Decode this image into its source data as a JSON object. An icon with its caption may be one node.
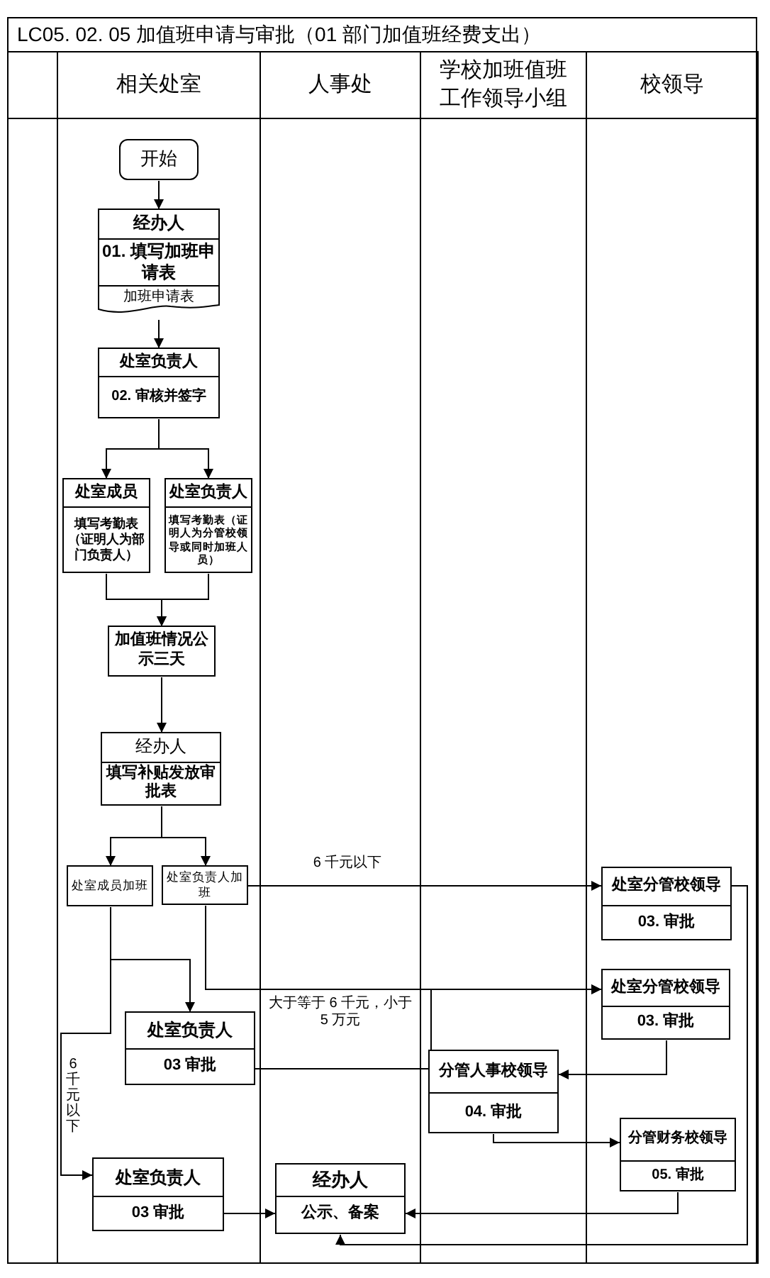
{
  "diagram": {
    "title": "LC05. 02. 05 加值班申请与审批（01 部门加值班经费支出）",
    "nodes": [
      {
        "text": [
          "相关处室"
        ]
      },
      {
        "text": [
          "人事处"
        ]
      },
      {
        "text": [
          "学校加班值班工作领导小组"
        ]
      },
      {
        "text": [
          "校领导"
        ]
      },
      {
        "text": [
          "开始"
        ],
        "in": 0
      },
      {
        "text": [
          "经办人",
          "01. 填写加班申请表",
          "加班申请表"
        ],
        "in": 0
      },
      {
        "text": [
          "处室负责人",
          "02. 审核并签字"
        ],
        "in": 0
      },
      {
        "text": [
          "处室成员",
          "填写考勤表（证明人为部门负责人）"
        ],
        "in": 0
      },
      {
        "text": [
          "处室负责人",
          "填写考勤表（证明人为分管校领导或同时加班人员）"
        ],
        "in": 0
      },
      {
        "text": [
          "加值班情况公示三天"
        ],
        "in": 0
      },
      {
        "text": [
          "经办人",
          "填写补贴发放审批表"
        ],
        "in": 0
      },
      {
        "text": [
          "处室成员加班"
        ],
        "in": 0
      },
      {
        "text": [
          "处室负责人加班"
        ],
        "in": 0
      },
      {
        "text": [
          "处室分管校领导",
          "03. 审批"
        ],
        "in": 3
      },
      {
        "text": [
          "处室分管校领导",
          "03. 审批"
        ],
        "in": 3
      },
      {
        "text": [
          "处室负责人",
          "03 审批"
        ],
        "in": 0
      },
      {
        "text": [
          "分管人事校领导",
          "04. 审批"
        ],
        "in": 2
      },
      {
        "text": [
          "分管财务校领导",
          "05. 审批"
        ],
        "in": 3
      },
      {
        "text": [
          "处室负责人",
          "03 审批"
        ],
        "in": 0
      },
      {
        "text": [
          "经办人",
          "公示、备案"
        ],
        "in": 1
      }
    ],
    "edges": [
      {
        "from": 4,
        "to": 5,
        "arrow": "to"
      },
      {
        "from": 5,
        "to": 6,
        "arrow": "to"
      },
      {
        "from": 6,
        "to": 7,
        "arrow": "to"
      },
      {
        "from": 6,
        "to": 8,
        "arrow": "to"
      },
      {
        "from": 7,
        "to": 9,
        "arrow": "to"
      },
      {
        "from": 8,
        "to": 9,
        "arrow": "to"
      },
      {
        "from": 9,
        "to": 10,
        "arrow": "to"
      },
      {
        "from": 10,
        "to": 11,
        "arrow": "to"
      },
      {
        "from": 10,
        "to": 12,
        "arrow": "to"
      },
      {
        "from": 12,
        "to": 13,
        "arrow": "to",
        "label": "6 千元以下"
      },
      {
        "from": 11,
        "to": 15,
        "arrow": "to"
      },
      {
        "from": 12,
        "to": 14,
        "arrow": "to"
      },
      {
        "from": 15,
        "to": 14,
        "arrow": "to",
        "label": "大于等于 6 千元，小于 5 万元"
      },
      {
        "from": 14,
        "to": 16,
        "arrow": "to"
      },
      {
        "from": 16,
        "to": 17,
        "arrow": "to"
      },
      {
        "from": 17,
        "to": 19,
        "arrow": "to"
      },
      {
        "from": 18,
        "to": 19,
        "arrow": "to"
      },
      {
        "from": 11,
        "to": 18,
        "arrow": "to",
        "label": "6千元以下"
      },
      {
        "from": 13,
        "to": 19,
        "arrow": "to"
      }
    ]
  }
}
